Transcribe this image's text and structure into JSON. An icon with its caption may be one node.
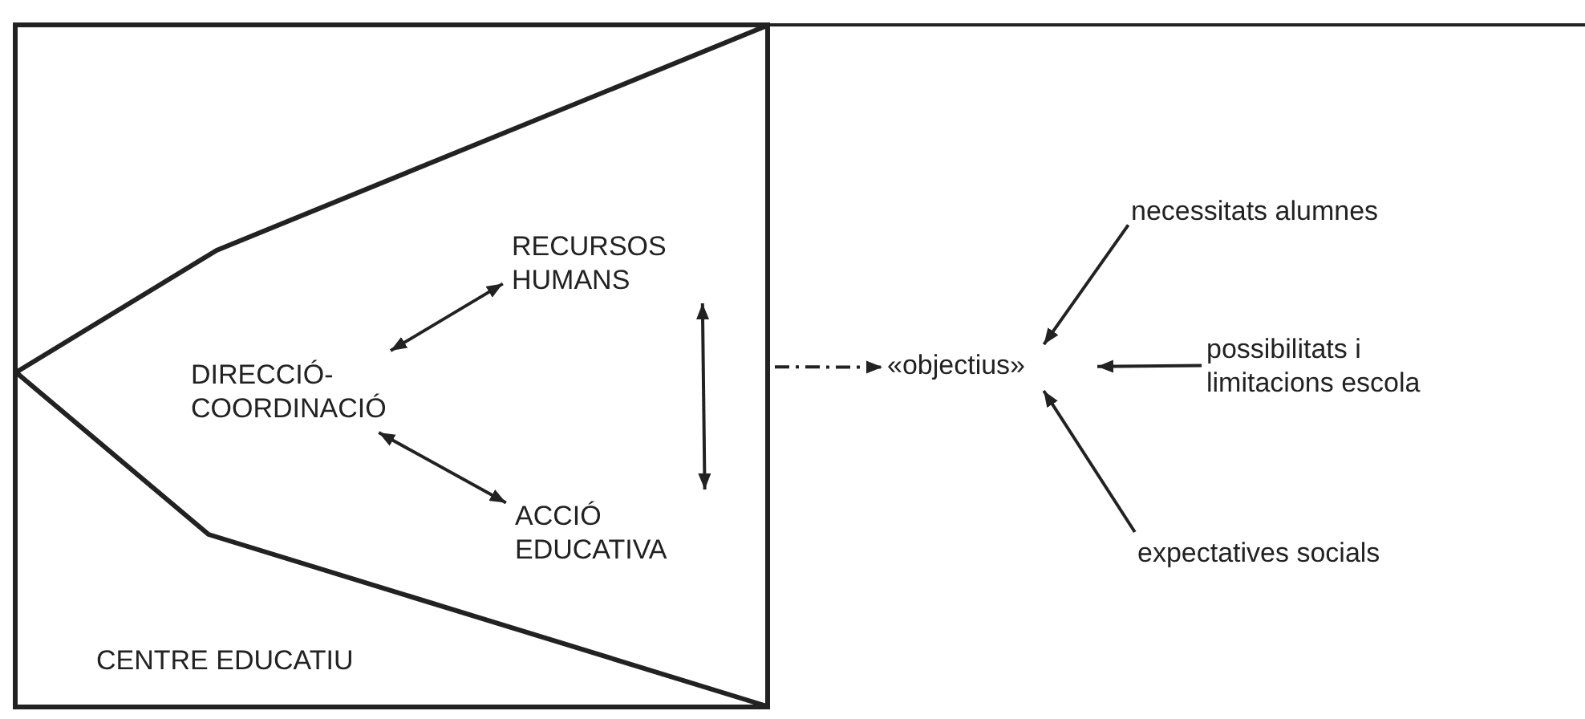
{
  "diagram": {
    "nodes": [
      {
        "text": [
          "CENTRE EDUCATIU"
        ]
      },
      {
        "text": [
          "DIRECCIÓ- COORDINACIÓ"
        ],
        "in": 0
      },
      {
        "text": [
          "RECURSOS HUMANS"
        ],
        "in": 0
      },
      {
        "text": [
          "ACCIÓ EDUCATIVA"
        ],
        "in": 0
      },
      {
        "text": [
          "«objectius»"
        ]
      },
      {
        "text": [
          "necessitats alumnes"
        ]
      },
      {
        "text": [
          "possibilitats i limitacions escola"
        ]
      },
      {
        "text": [
          "expectatives socials"
        ]
      }
    ],
    "edges": [
      {
        "from": 1,
        "to": 2,
        "arrow": "both"
      },
      {
        "from": 1,
        "to": 3,
        "arrow": "both"
      },
      {
        "from": 2,
        "to": 3,
        "arrow": "both"
      },
      {
        "from": 0,
        "to": 4,
        "arrow": "to",
        "style": "dashed"
      },
      {
        "from": 5,
        "to": 4,
        "arrow": "to"
      },
      {
        "from": 6,
        "to": 4,
        "arrow": "to"
      },
      {
        "from": 7,
        "to": 4,
        "arrow": "to"
      }
    ]
  }
}
